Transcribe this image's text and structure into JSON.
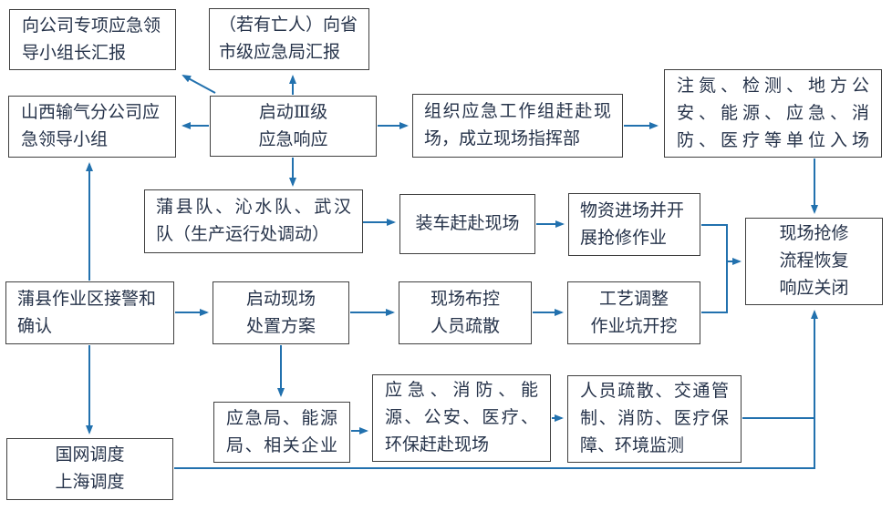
{
  "colors": {
    "arrow": "#2271ae",
    "box_border": "#3f3f3f",
    "text": "#26334a",
    "background": "#ffffff"
  },
  "nodes": [
    {
      "id": "report-company-special-leader",
      "lines": [
        "向公司专项应急领",
        "导小组长汇报"
      ]
    },
    {
      "id": "report-provincial-emergency",
      "lines": [
        "（若有亡人）向省",
        "市级应急局汇报"
      ]
    },
    {
      "id": "shanxi-branch-group",
      "lines": [
        "山西输气分公司应",
        "急领导小组"
      ]
    },
    {
      "id": "start-level3-response",
      "lines": [
        "启动Ⅲ级",
        "应急响应"
      ]
    },
    {
      "id": "organize-workgroup",
      "lines": [
        "组织应急工作组赶赴现",
        "场，成立现场指挥部"
      ]
    },
    {
      "id": "external-units-enter",
      "lines": [
        "注氮、检测、地方公",
        "安、能源、应急、消",
        "防、医疗等单位入场"
      ]
    },
    {
      "id": "teams-dispatch",
      "lines": [
        "蒲县队、沁水队、武汉",
        "队（生产运行处调动）"
      ]
    },
    {
      "id": "load-trucks",
      "lines": [
        "装车赶赴现场"
      ]
    },
    {
      "id": "materials-arrive",
      "lines": [
        "物资进场并开",
        "展抢修作业"
      ]
    },
    {
      "id": "repair-complete-close",
      "lines": [
        "现场抢修",
        "流程恢复",
        "响应关闭"
      ]
    },
    {
      "id": "puxian-alarm-confirm",
      "lines": [
        "蒲县作业区接警和",
        "确认"
      ]
    },
    {
      "id": "start-onsite-plan",
      "lines": [
        "启动现场",
        "处置方案"
      ]
    },
    {
      "id": "site-control-evacuation",
      "lines": [
        "现场布控",
        "人员疏散"
      ]
    },
    {
      "id": "process-adjust-excavate",
      "lines": [
        "工艺调整",
        "作业坑开挖"
      ]
    },
    {
      "id": "local-bureaus",
      "lines": [
        "应急局、能源",
        "局、相关企业"
      ]
    },
    {
      "id": "agencies-rush-to-site",
      "lines": [
        "应急、消防、能",
        "源、公安、医疗、",
        "环保赶赴现场"
      ]
    },
    {
      "id": "support-actions",
      "lines": [
        "人员疏散、交通管",
        "制、消防、医疗保",
        "障、环境监测"
      ]
    },
    {
      "id": "grid-dispatch",
      "lines": [
        "国网调度",
        "上海调度"
      ]
    }
  ],
  "edges": [
    {
      "from": "start-level3-response",
      "to": "report-company-special-leader"
    },
    {
      "from": "start-level3-response",
      "to": "report-provincial-emergency"
    },
    {
      "from": "start-level3-response",
      "to": "shanxi-branch-group"
    },
    {
      "from": "start-level3-response",
      "to": "organize-workgroup"
    },
    {
      "from": "start-level3-response",
      "to": "teams-dispatch"
    },
    {
      "from": "organize-workgroup",
      "to": "external-units-enter"
    },
    {
      "from": "external-units-enter",
      "to": "repair-complete-close"
    },
    {
      "from": "teams-dispatch",
      "to": "load-trucks"
    },
    {
      "from": "load-trucks",
      "to": "materials-arrive"
    },
    {
      "from": "materials-arrive",
      "to": "repair-complete-close"
    },
    {
      "from": "process-adjust-excavate",
      "to": "repair-complete-close"
    },
    {
      "from": "puxian-alarm-confirm",
      "to": "shanxi-branch-group"
    },
    {
      "from": "puxian-alarm-confirm",
      "to": "start-onsite-plan"
    },
    {
      "from": "puxian-alarm-confirm",
      "to": "grid-dispatch"
    },
    {
      "from": "start-onsite-plan",
      "to": "site-control-evacuation"
    },
    {
      "from": "start-onsite-plan",
      "to": "local-bureaus"
    },
    {
      "from": "site-control-evacuation",
      "to": "process-adjust-excavate"
    },
    {
      "from": "local-bureaus",
      "to": "agencies-rush-to-site"
    },
    {
      "from": "agencies-rush-to-site",
      "to": "support-actions"
    },
    {
      "from": "support-actions",
      "to": "repair-complete-close"
    },
    {
      "from": "grid-dispatch",
      "to": "repair-complete-close"
    }
  ]
}
